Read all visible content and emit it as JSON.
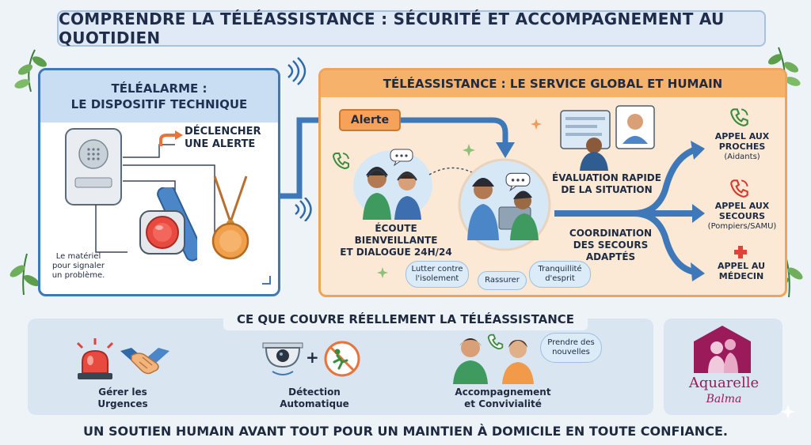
{
  "title": "COMPRENDRE LA TÉLÉASSISTANCE : SÉCURITÉ ET ACCOMPAGNEMENT AU QUOTIDIEN",
  "left_panel": {
    "heading_line1": "TÉLÉALARME :",
    "heading_line2": "LE DISPOSITIF TECHNIQUE",
    "trigger_line1": "DÉCLENCHER",
    "trigger_line2": "UNE ALERTE",
    "note_line1": "Le matériel",
    "note_line2": "pour signaler",
    "note_line3": "un problème."
  },
  "right_panel": {
    "heading": "TÉLÉASSISTANCE : LE SERVICE GLOBAL ET HUMAIN",
    "alerte": "Alerte",
    "ecoute_line1": "ÉCOUTE BIENVEILLANTE",
    "ecoute_line2": "ET DIALOGUE 24H/24",
    "evaluation_line1": "ÉVALUATION RAPIDE",
    "evaluation_line2": "DE LA SITUATION",
    "coordination_line1": "COORDINATION",
    "coordination_line2": "DES SECOURS",
    "coordination_line3": "ADAPTÉS",
    "bubbles": {
      "isolement_line1": "Lutter contre",
      "isolement_line2": "l'isolement",
      "rassurer": "Rassurer",
      "tranquillite_line1": "Tranquillité",
      "tranquillite_line2": "d'esprit"
    },
    "outcomes": {
      "proches_line1": "APPEL AUX",
      "proches_line2": "PROCHES",
      "proches_sub": "(Aidants)",
      "secours_line1": "APPEL AUX",
      "secours_line2": "SECOURS",
      "secours_sub": "(Pompiers/SAMU)",
      "medecin_line1": "APPEL AU",
      "medecin_line2": "MÉDECIN"
    }
  },
  "bottom": {
    "title": "CE QUE COUVRE RÉELLEMENT LA TÉLÉASSISTANCE",
    "item1_line1": "Gérer les",
    "item1_line2": "Urgences",
    "item2_line1": "Détection",
    "item2_line2": "Automatique",
    "item3_line1": "Accompagnement",
    "item3_line2": "et Convivialité",
    "bubble_line1": "Prendre des",
    "bubble_line2": "nouvelles",
    "plus": "+"
  },
  "logo": {
    "brand": "Aquarelle",
    "sub": "Balma"
  },
  "footer": "UN SOUTIEN HUMAIN AVANT TOUT POUR UN MAINTIEN À DOMICILE EN TOUTE CONFIANCE.",
  "colors": {
    "blue": "#3f78b8",
    "orange": "#f0a35a",
    "brand": "#9b1b5a"
  }
}
